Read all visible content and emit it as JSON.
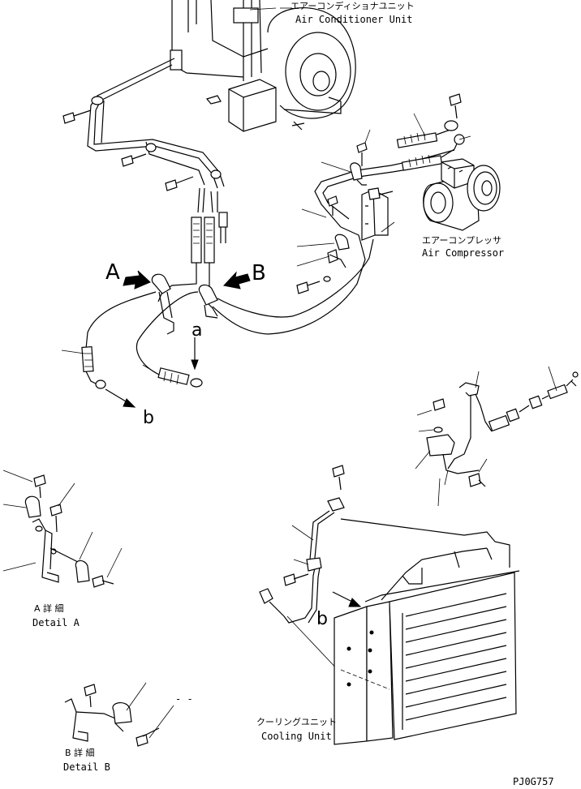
{
  "labels": {
    "air_conditioner_jp": "エアーコンディショナユニット",
    "air_conditioner_en": "Air Conditioner Unit",
    "air_compressor_jp": "エアーコンプレッサ",
    "air_compressor_en": "Air Compressor",
    "cooling_unit_jp": "クーリングユニット",
    "cooling_unit_en": "Cooling Unit",
    "detail_a_jp": "A 詳 細",
    "detail_a_en": "Detail A",
    "detail_b_jp": "B 詳 細",
    "detail_b_en": "Detail B",
    "arrow_a": "A",
    "arrow_b": "B",
    "ref_a": "a",
    "ref_b": "b",
    "ref_b_cooling": "b",
    "dash_mark": "- -",
    "drawing_code": "PJ0G757"
  }
}
